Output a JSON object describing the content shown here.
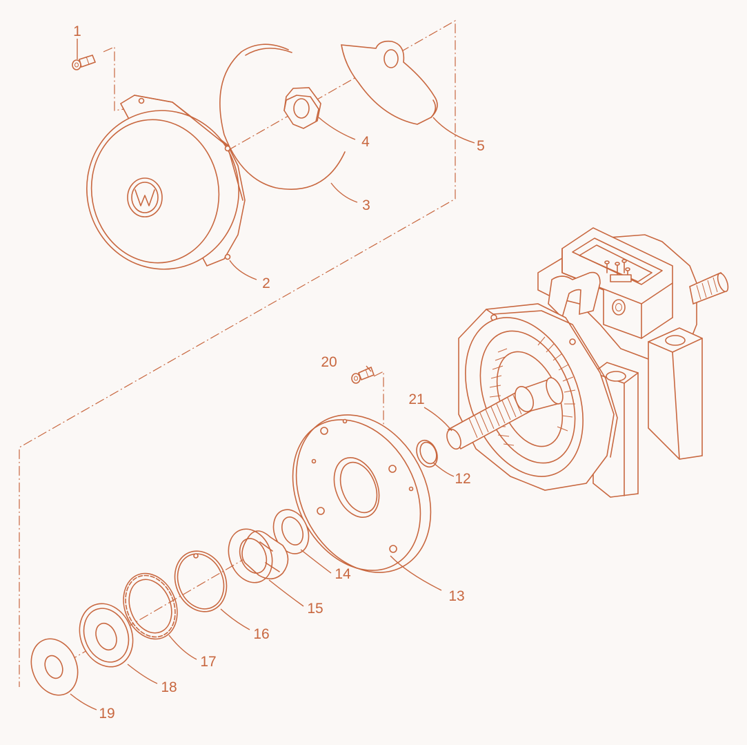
{
  "diagram": {
    "ink_color": "#c8673f",
    "background": "#fbf8f6",
    "parts": [
      {
        "id": "1",
        "label": "1",
        "part": "cap screw (cover)"
      },
      {
        "id": "2",
        "label": "2",
        "part": "fan cover"
      },
      {
        "id": "3",
        "label": "3",
        "part": "retaining wire ring"
      },
      {
        "id": "4",
        "label": "4",
        "part": "hex nut"
      },
      {
        "id": "5",
        "label": "5",
        "part": "cover plate"
      },
      {
        "id": "12",
        "label": "12",
        "part": "snap ring"
      },
      {
        "id": "13",
        "label": "13",
        "part": "end shield"
      },
      {
        "id": "14",
        "label": "14",
        "part": "spacer ring"
      },
      {
        "id": "15",
        "label": "15",
        "part": "bearing cage"
      },
      {
        "id": "16",
        "label": "16",
        "part": "circlip"
      },
      {
        "id": "17",
        "label": "17",
        "part": "wave washer"
      },
      {
        "id": "18",
        "label": "18",
        "part": "disc"
      },
      {
        "id": "19",
        "label": "19",
        "part": "flat washer"
      },
      {
        "id": "20",
        "label": "20",
        "part": "cap screw (shield)"
      },
      {
        "id": "21",
        "label": "21",
        "part": "shaft"
      }
    ]
  }
}
